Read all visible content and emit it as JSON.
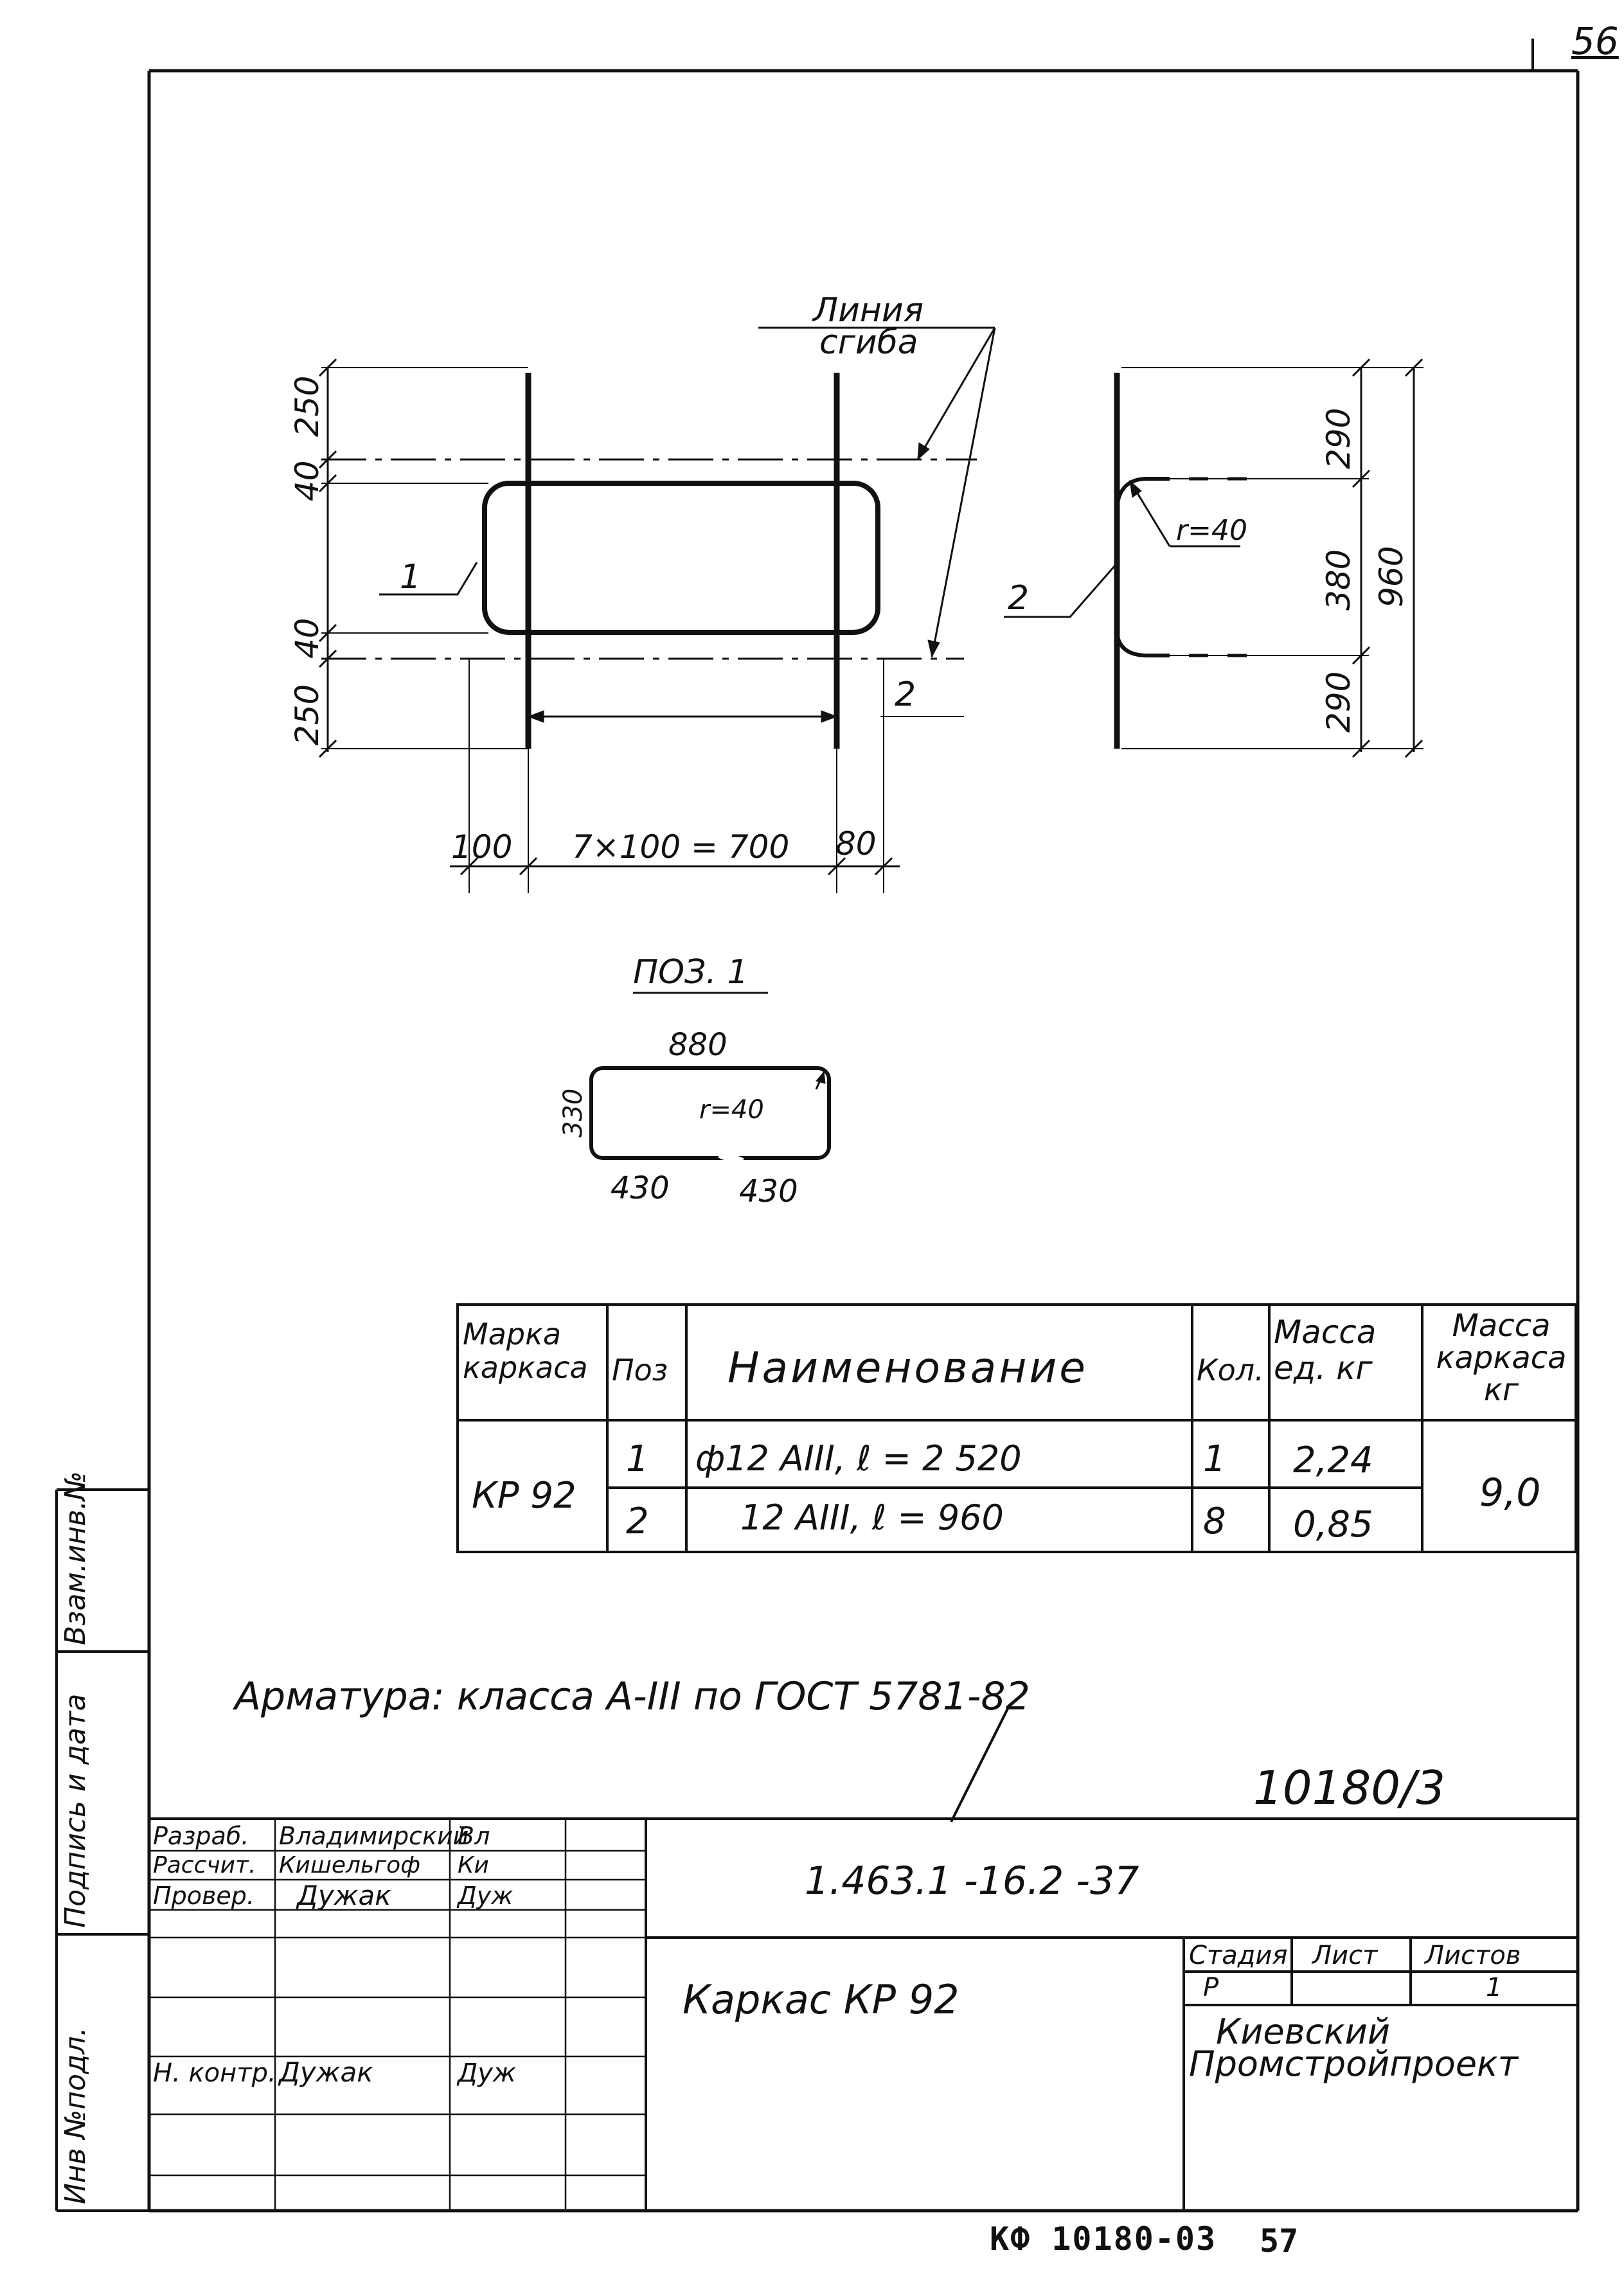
{
  "sheet": {
    "corner_page": "56",
    "bottom_code": "КФ 10180-03",
    "bottom_page": "57",
    "inventory": "10180/3",
    "steel_note": "Арматура: класса А-III по ГОСТ 5781-82"
  },
  "drawing_main": {
    "bend_line_label": [
      "Линия",
      "сгиба"
    ],
    "pos1_marker": "1",
    "pos2_marker": "2",
    "left_dims": [
      "250",
      "40",
      "40",
      "250"
    ],
    "bottom_dims": [
      "100",
      "7×100 = 700",
      "80"
    ],
    "right_small_dim": "2"
  },
  "drawing_side": {
    "pos_marker": "2",
    "radius": "r=40",
    "dims": [
      "290",
      "380",
      "290"
    ],
    "total": "960"
  },
  "pos1": {
    "title": "ПОЗ. 1",
    "top_dim": "880",
    "left_dim": "330",
    "radius": "r=40",
    "bottom_dims": [
      "430",
      "430"
    ]
  },
  "spec_table": {
    "headers": [
      "Марка каркаса",
      "Поз",
      "Наименование",
      "Кол.",
      "Масса ед. кг",
      "Масса каркаса кг"
    ],
    "mark": "КР 92",
    "rows": [
      {
        "pos": "1",
        "name": "ф12 АIII, ℓ = 2 520",
        "qty": "1",
        "unit_mass": "2,24"
      },
      {
        "pos": "2",
        "name": "12 АIII, ℓ = 960",
        "qty": "8",
        "unit_mass": "0,85"
      }
    ],
    "frame_mass": "9,0"
  },
  "side_strip": {
    "fields": [
      "Инв №подл.",
      "Подпись и дата",
      "Взам.инв.№"
    ]
  },
  "title_block": {
    "roles": [
      {
        "role": "Разраб.",
        "name": "Владимирский",
        "sign": "Вл"
      },
      {
        "role": "Рассчит.",
        "name": "Кишельгоф",
        "sign": "Ки"
      },
      {
        "role": "Провер.",
        "name": "Дужак",
        "sign": "Дуж"
      },
      {
        "role": "",
        "name": "",
        "sign": ""
      },
      {
        "role": "",
        "name": "",
        "sign": ""
      },
      {
        "role": "",
        "name": "",
        "sign": ""
      },
      {
        "role": "Н. контр.",
        "name": "Дужак",
        "sign": "Дуж"
      }
    ],
    "doc_code": "1.463.1 -16.2 -37",
    "item_name": "Каркас КР 92",
    "stage_header": "Стадия",
    "sheet_header": "Лист",
    "sheets_header": "Листов",
    "stage": "Р",
    "sheet": "",
    "sheets": "1",
    "org": [
      "Киевский",
      "Промстройпроект"
    ]
  }
}
